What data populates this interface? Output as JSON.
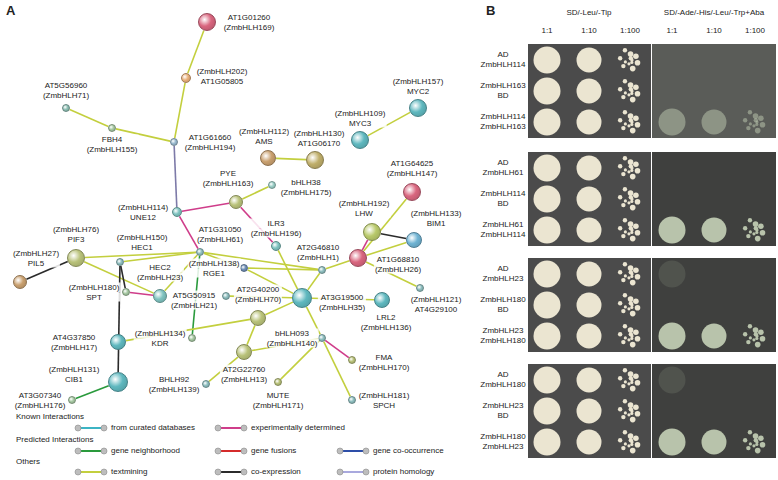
{
  "diagram": {
    "nodes": [
      {
        "text": [
          "AT1G01260",
          "(ZmbHLH169)"
        ]
      },
      {
        "text": [
          "(ZmbHLH202)",
          "AT1G05805"
        ]
      },
      {
        "text": [
          "AT5G56960",
          "(ZmbHLH71)"
        ]
      },
      {
        "text": [
          "FBH4",
          "(ZmbHLH155)"
        ]
      },
      {
        "text": [
          "AT1G61660",
          "(ZmbHLH194)"
        ]
      },
      {
        "text": [
          "(ZmbHLH109)",
          "MYC3"
        ]
      },
      {
        "text": [
          "(ZmbHLH157)",
          "MYC2"
        ]
      },
      {
        "text": [
          "(ZmbHLH112)",
          "AMS"
        ]
      },
      {
        "text": [
          "(ZmbHLH130)",
          "AT1G06170"
        ]
      },
      {
        "text": [
          "bHLH38",
          "(ZmbHLH175)"
        ]
      },
      {
        "text": [
          "PYE",
          "(ZmbHLH163)"
        ]
      },
      {
        "text": [
          "(ZmbHLH114)",
          "UNE12"
        ]
      },
      {
        "text": [
          "AT1G64625",
          "(ZmbHLH147)"
        ]
      },
      {
        "text": [
          "(ZmbHLH192)",
          "LHW"
        ]
      },
      {
        "text": [
          "(ZmbHLH133)",
          "BIM1"
        ]
      },
      {
        "text": [
          "AT1G68810",
          "(ZmbHLH26)"
        ]
      },
      {
        "text": [
          "ILR3",
          "(ZmbHLH196)"
        ]
      },
      {
        "text": [
          "(ZmbHLH27)",
          "PIL5"
        ]
      },
      {
        "text": [
          "(ZmbHLH76)",
          "PIF3"
        ]
      },
      {
        "text": [
          "(ZmbHLH150)",
          "HEC1"
        ]
      },
      {
        "text": [
          "AT1G31050",
          "(ZmbHLH61)"
        ]
      },
      {
        "text": [
          "(ZmbHLH180)",
          "SPT"
        ]
      },
      {
        "text": [
          "HEC2",
          "(ZmbHLH23)"
        ]
      },
      {
        "text": [
          "(ZmbHLH138)",
          "RGE1"
        ]
      },
      {
        "text": [
          "AT2G46810",
          "(ZmbHLH1)"
        ]
      },
      {
        "text": [
          "AT3G19500",
          "(ZmbHLH35)"
        ]
      },
      {
        "text": [
          "AT5G50915",
          "(ZmbHLH21)"
        ]
      },
      {
        "text": [
          "(ZmbHLH121)",
          "AT4G29100"
        ]
      },
      {
        "text": [
          "(ZmbHLH134)",
          "KDR"
        ]
      },
      {
        "text": [
          "LRL2",
          "(ZmbHLH136)"
        ]
      },
      {
        "text": [
          "AT2G40200",
          "(ZmbHLH70)"
        ]
      },
      {
        "text": [
          "AT4G37850",
          "(ZmbHLH17)"
        ]
      },
      {
        "text": [
          "(ZmbHLH131)",
          "CIB1"
        ]
      },
      {
        "text": [
          "AT2G22760",
          "(ZmbHLH13)"
        ]
      },
      {
        "text": [
          "bHLH093",
          "(ZmbHLH140)"
        ]
      },
      {
        "text": [
          "FMA",
          "(ZmbHLH170)"
        ]
      },
      {
        "text": [
          "BHLH92",
          "(ZmbHLH139)"
        ]
      },
      {
        "text": [
          "MUTE",
          "(ZmbHLH171)"
        ]
      },
      {
        "text": [
          "AT3G07340",
          "(ZmbHLH176)"
        ]
      },
      {
        "text": [
          "(ZmbHLH181)",
          "SPCH"
        ]
      }
    ],
    "edges": [
      {
        "from": 0,
        "to": 1,
        "arrow": "none"
      },
      {
        "from": 1,
        "to": 4,
        "arrow": "none"
      },
      {
        "from": 2,
        "to": 3,
        "arrow": "none"
      },
      {
        "from": 3,
        "to": 4,
        "arrow": "none"
      },
      {
        "from": 4,
        "to": 11,
        "arrow": "none"
      },
      {
        "from": 5,
        "to": 6,
        "arrow": "none"
      },
      {
        "from": 7,
        "to": 8,
        "arrow": "none"
      },
      {
        "from": 9,
        "to": 10,
        "arrow": "none"
      },
      {
        "from": 10,
        "to": 11,
        "arrow": "none"
      },
      {
        "from": 10,
        "to": 16,
        "arrow": "none"
      },
      {
        "from": 11,
        "to": 20,
        "arrow": "none"
      },
      {
        "from": 16,
        "to": 25,
        "arrow": "none"
      },
      {
        "from": 20,
        "to": 18,
        "arrow": "none"
      },
      {
        "from": 17,
        "to": 18,
        "arrow": "none"
      },
      {
        "from": 18,
        "to": 22,
        "arrow": "none"
      },
      {
        "from": 19,
        "to": 20,
        "arrow": "none"
      },
      {
        "from": 19,
        "to": 21,
        "arrow": "none"
      },
      {
        "from": 19,
        "to": 32,
        "arrow": "none"
      },
      {
        "from": 21,
        "to": 22,
        "arrow": "none"
      },
      {
        "from": 20,
        "to": 22,
        "arrow": "none"
      },
      {
        "from": 20,
        "to": 23,
        "arrow": "none"
      },
      {
        "from": 20,
        "to": 28,
        "arrow": "none"
      },
      {
        "from": 23,
        "to": 24,
        "arrow": "none"
      },
      {
        "from": 20,
        "to": 24,
        "arrow": "none"
      },
      {
        "from": 24,
        "to": 25,
        "arrow": "none"
      },
      {
        "from": 25,
        "to": 26,
        "arrow": "none"
      },
      {
        "from": 25,
        "to": 29,
        "arrow": "none"
      },
      {
        "from": 25,
        "to": 30,
        "arrow": "none"
      },
      {
        "from": 24,
        "to": 15,
        "arrow": "none"
      },
      {
        "from": 15,
        "to": 13,
        "arrow": "none"
      },
      {
        "from": 15,
        "to": 14,
        "arrow": "none"
      },
      {
        "from": 15,
        "to": 12,
        "arrow": "none"
      },
      {
        "from": 15,
        "to": 27,
        "arrow": "none"
      },
      {
        "from": 13,
        "to": 14,
        "arrow": "none"
      },
      {
        "from": 30,
        "to": 31,
        "arrow": "none"
      },
      {
        "from": 30,
        "to": 33,
        "arrow": "none"
      },
      {
        "from": 33,
        "to": 36,
        "arrow": "none"
      },
      {
        "from": 33,
        "to": 34,
        "arrow": "none"
      },
      {
        "from": 25,
        "to": 34,
        "arrow": "none"
      },
      {
        "from": 34,
        "to": 35,
        "arrow": "none"
      },
      {
        "from": 34,
        "to": 39,
        "arrow": "none"
      },
      {
        "from": 34,
        "to": 37,
        "arrow": "none"
      },
      {
        "from": 32,
        "to": 38,
        "arrow": "none"
      },
      {
        "from": 23,
        "to": 25,
        "arrow": "none"
      }
    ],
    "labels": [
      "A",
      "B",
      "Known Interactions",
      "Predicted Interactions",
      "Others",
      "SD/-Leu/-Tip",
      "SD/-Ade/-His/-Leu/-Trp+Aba",
      "1:1",
      "1:10",
      "1:100",
      "1:1",
      "1:10",
      "1:100",
      "AD",
      "ZmbHLH114",
      "ZmbHLH163",
      "BD",
      "ZmbHLH114",
      "ZmbHLH163",
      "AD",
      "ZmbHLH61",
      "ZmbHLH114",
      "BD",
      "ZmbHLH61",
      "ZmbHLH114",
      "AD",
      "ZmbHLH23",
      "ZmbHLH180",
      "BD",
      "ZmbHLH23",
      "ZmbHLH180",
      "AD",
      "ZmbHLH180",
      "ZmbHLH23",
      "BD",
      "ZmbHLH180",
      "ZmbHLH23"
    ],
    "legend": [
      {
        "text": "from curated databases"
      },
      {
        "text": "experimentally determined"
      },
      {
        "text": "gene neighborhood"
      },
      {
        "text": "gene fusions"
      },
      {
        "text": "gene co-occurrence"
      },
      {
        "text": "textmining"
      },
      {
        "text": "co-expression"
      },
      {
        "text": "protein homology"
      }
    ]
  }
}
